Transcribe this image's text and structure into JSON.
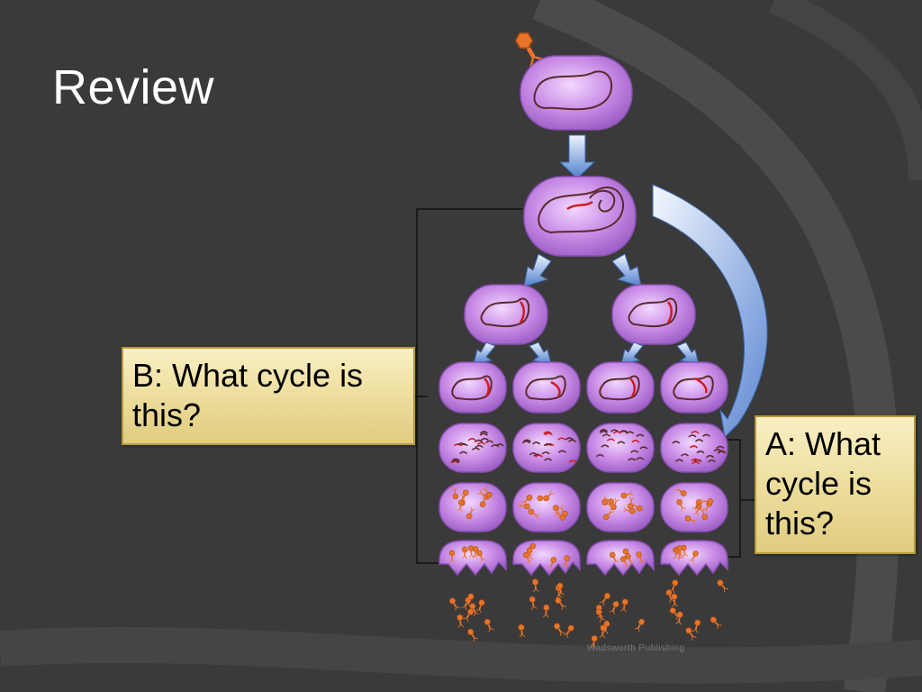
{
  "slide": {
    "title": "Review",
    "question_b": "B: What cycle is this?",
    "question_a": "A: What cycle is this?",
    "credit": "Wadsworth Publishing"
  },
  "colors": {
    "background": "#3a3a3a",
    "curve_stroke": "#4a4a4a",
    "cell_fill": "#c98ce6",
    "box_fill": "#f2e4aa",
    "arrow_fill": "#6f9ad6",
    "phage": "#e8742a"
  },
  "icons": {
    "phage": "bacteriophage-icon",
    "cell": "bacterial-cell-icon",
    "arrow": "down-arrow-icon"
  }
}
